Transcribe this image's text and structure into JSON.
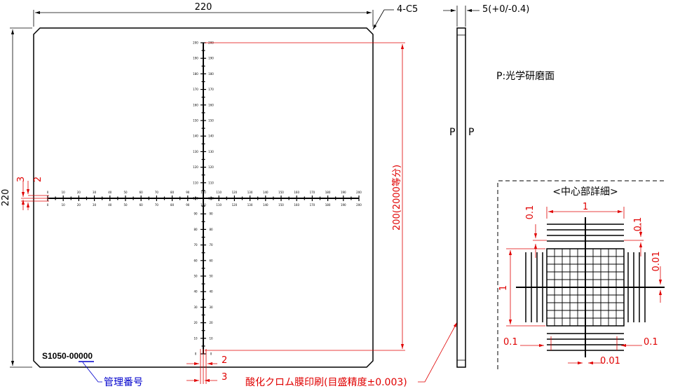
{
  "front_view": {
    "width_dim": "220",
    "height_dim": "220",
    "chamfer_note": "4-C5",
    "scale_length_dim": "200(2000等分)",
    "offset_left_3": "3",
    "offset_left_2": "2",
    "offset_bottom_2": "2",
    "offset_bottom_3": "3",
    "serial_number": "S1050-00000",
    "serial_label": "管理番号",
    "print_note": "酸化クロム膜印刷(目盛精度±0.003)",
    "x_ticks": [
      "0",
      "10",
      "20",
      "30",
      "40",
      "50",
      "60",
      "70",
      "80",
      "90",
      "100",
      "110",
      "120",
      "130",
      "140",
      "150",
      "160",
      "170",
      "180",
      "190",
      "200"
    ],
    "y_ticks": [
      "200",
      "190",
      "180",
      "170",
      "160",
      "150",
      "140",
      "130",
      "120",
      "110",
      "100",
      "90",
      "80",
      "70",
      "60",
      "50",
      "40",
      "30",
      "20",
      "10",
      "0"
    ]
  },
  "side_view": {
    "thickness_dim": "5(+0/-0.4)",
    "face_left": "P",
    "face_right": "P",
    "legend": "P:光学研磨面"
  },
  "detail_view": {
    "title": "<中心部詳細>",
    "dim_top": "1",
    "dim_left": "1",
    "dim_01_top_left": "0.1",
    "dim_01_top_right": "0.1",
    "dim_001_right": "0.01",
    "dim_01_bottom_left": "0.1",
    "dim_01_bottom_right": "0.1",
    "dim_001_bottom": "0.01"
  },
  "colors": {
    "drawing": "#000000",
    "dimension": "#e00000",
    "serial_label": "#0000cc"
  }
}
